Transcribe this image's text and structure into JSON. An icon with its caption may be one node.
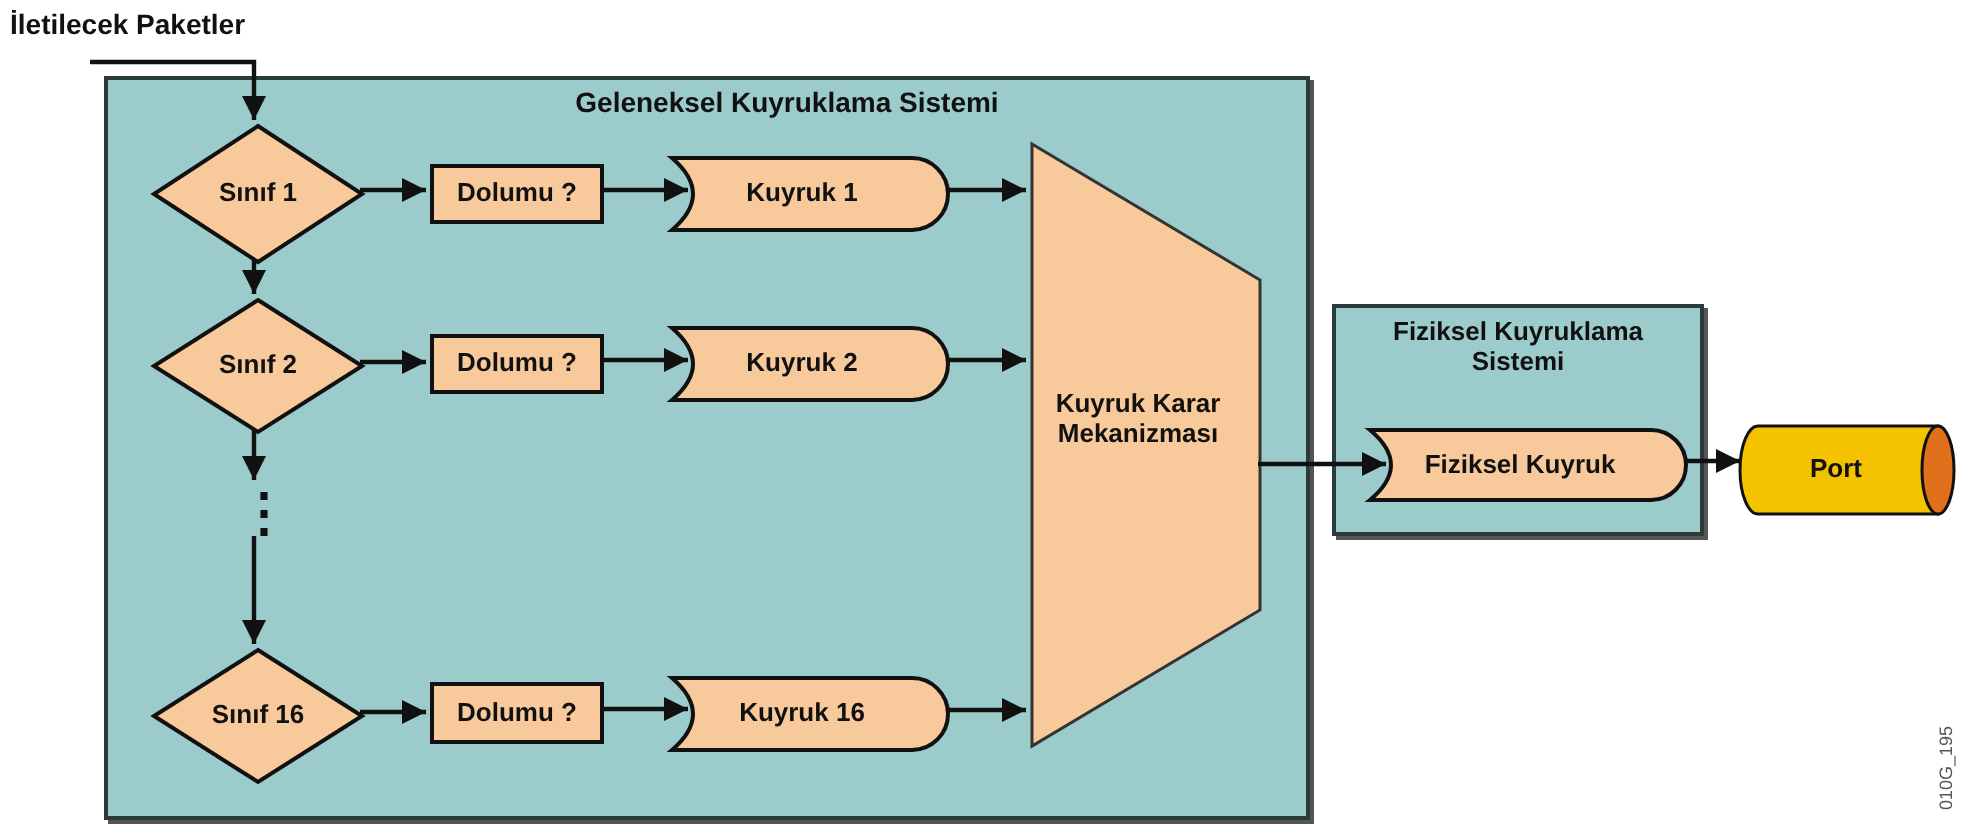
{
  "diagram": {
    "nodes": [
      {
        "text": [
          "İletilecek Paketler"
        ]
      },
      {
        "text": [
          "Geleneksel Kuyruklama Sistemi"
        ]
      },
      {
        "text": [
          "Sınıf 1"
        ],
        "in": 1
      },
      {
        "text": [
          "Dolumu ?"
        ],
        "in": 1
      },
      {
        "text": [
          "Kuyruk 1"
        ],
        "in": 1
      },
      {
        "text": [
          "Sınıf 2"
        ],
        "in": 1
      },
      {
        "text": [
          "Dolumu ?"
        ],
        "in": 1
      },
      {
        "text": [
          "Kuyruk 2"
        ],
        "in": 1
      },
      {
        "text": [
          "⋮"
        ],
        "in": 1
      },
      {
        "text": [
          "Sınıf 16"
        ],
        "in": 1
      },
      {
        "text": [
          "Dolumu ?"
        ],
        "in": 1
      },
      {
        "text": [
          "Kuyruk 16"
        ],
        "in": 1
      },
      {
        "text": [
          "Kuyruk Karar Mekanizması"
        ],
        "in": 1
      },
      {
        "text": [
          "Fiziksel Kuyruklama Sistemi"
        ]
      },
      {
        "text": [
          "Fiziksel Kuyruk"
        ],
        "in": 13
      },
      {
        "text": [
          "Port"
        ]
      }
    ],
    "edges": [
      {
        "from": 0,
        "to": 2,
        "arrow": "to"
      },
      {
        "from": 2,
        "to": 3,
        "arrow": "to"
      },
      {
        "from": 3,
        "to": 4,
        "arrow": "to"
      },
      {
        "from": 4,
        "to": 12,
        "arrow": "to"
      },
      {
        "from": 2,
        "to": 5,
        "arrow": "to"
      },
      {
        "from": 5,
        "to": 6,
        "arrow": "to"
      },
      {
        "from": 6,
        "to": 7,
        "arrow": "to"
      },
      {
        "from": 7,
        "to": 12,
        "arrow": "to"
      },
      {
        "from": 5,
        "to": 8,
        "arrow": "to"
      },
      {
        "from": 8,
        "to": 9,
        "arrow": "to"
      },
      {
        "from": 9,
        "to": 10,
        "arrow": "to"
      },
      {
        "from": 10,
        "to": 11,
        "arrow": "to"
      },
      {
        "from": 11,
        "to": 12,
        "arrow": "to"
      },
      {
        "from": 12,
        "to": 14,
        "arrow": "to"
      },
      {
        "from": 14,
        "to": 15,
        "arrow": "to"
      }
    ],
    "labels": [
      "010G_195"
    ]
  }
}
